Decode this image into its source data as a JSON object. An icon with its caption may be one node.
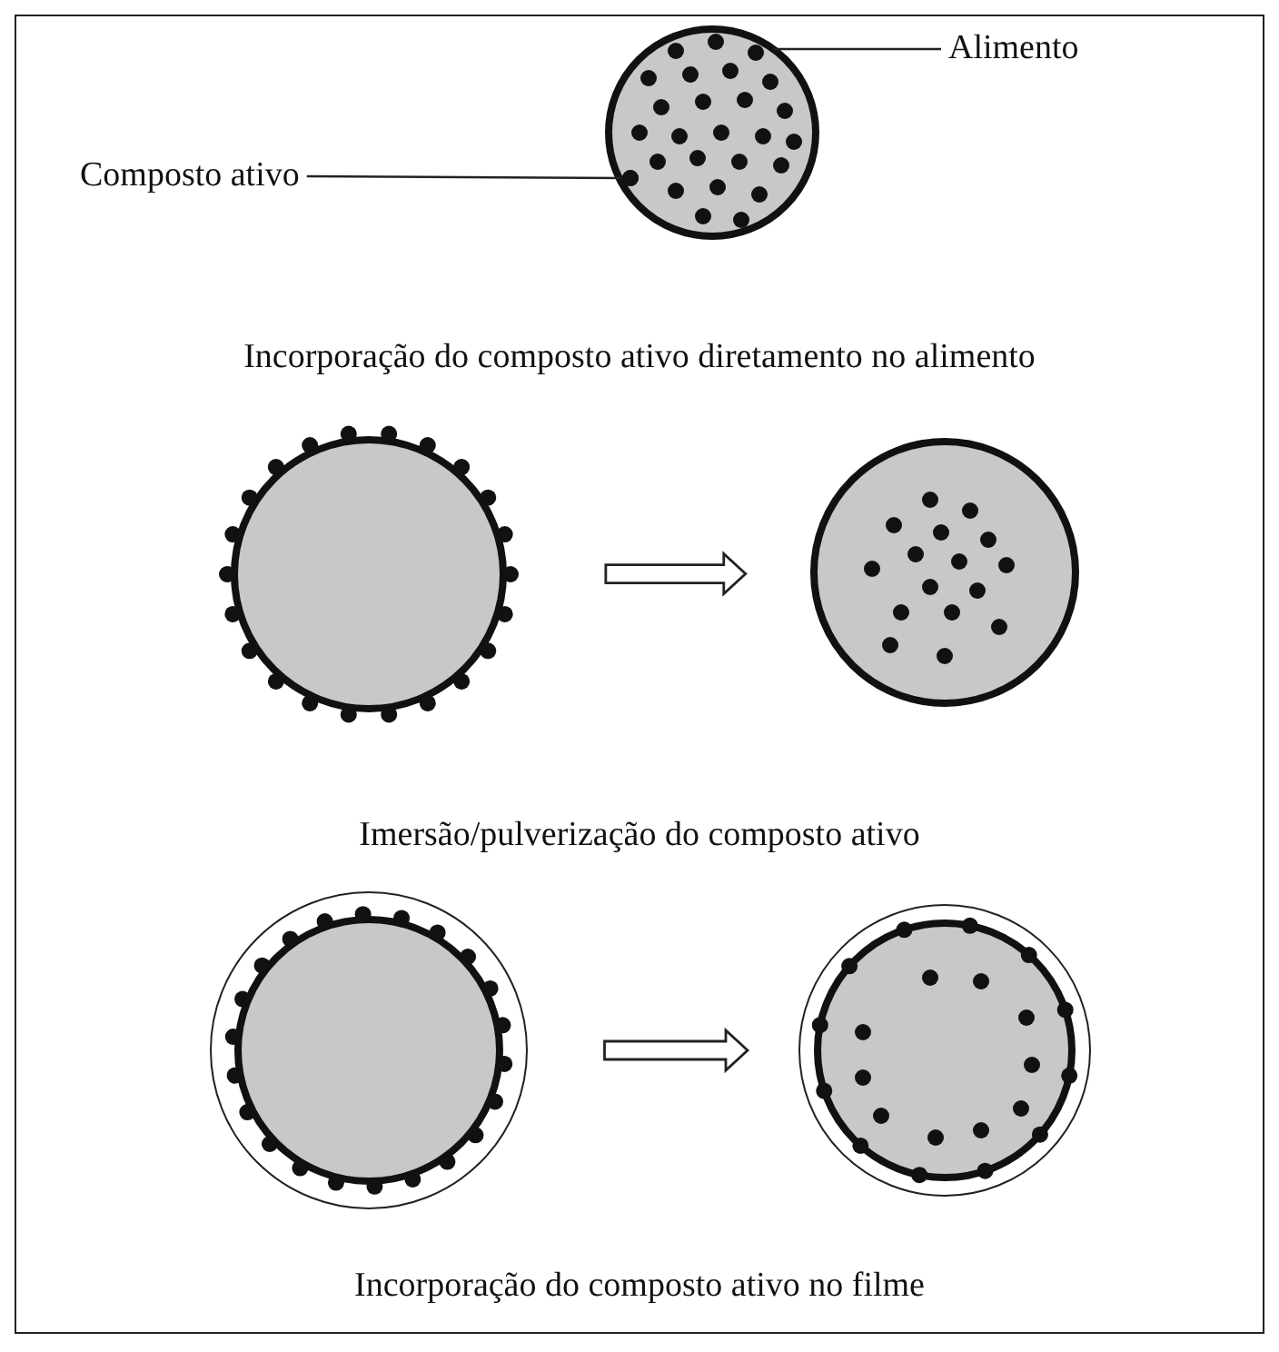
{
  "diagram": {
    "nodes": [
      {
        "text": [],
        "shape": "circle"
      },
      {
        "text": [],
        "shape": "circle",
        "in": 0
      },
      {
        "text": [
          "Alimento"
        ]
      },
      {
        "text": [
          "Composto ativo"
        ]
      },
      {
        "text": [],
        "shape": "circle"
      },
      {
        "text": [],
        "shape": "circle"
      },
      {
        "text": [],
        "shape": "circle"
      },
      {
        "text": [],
        "shape": "circle"
      }
    ],
    "edges": [
      {
        "from": 2,
        "to": 0,
        "arrow": "none"
      },
      {
        "from": 3,
        "to": 1,
        "arrow": "none"
      },
      {
        "from": 4,
        "to": 5,
        "arrow": "to"
      },
      {
        "from": 6,
        "to": 7,
        "arrow": "to"
      }
    ],
    "labels": [
      "Incorporação do composto ativo diretamento no alimento",
      "Imersão/pulverização do composto ativo",
      "Incorporação do composto ativo no filme"
    ]
  }
}
